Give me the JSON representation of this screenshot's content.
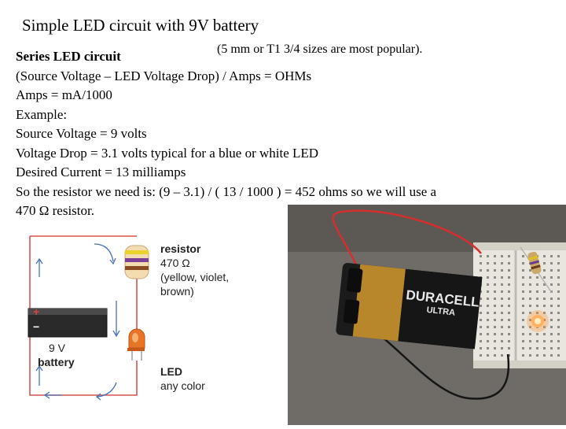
{
  "title": "Simple LED circuit with 9V battery",
  "size_note": "(5 mm or T1 3/4 sizes are most popular).",
  "section_heading": "Series LED circuit",
  "lines": [
    "(Source Voltage – LED Voltage Drop) / Amps = OHMs",
    "Amps = mA/1000",
    "Example:",
    "Source Voltage = 9 volts",
    "Voltage Drop = 3.1 volts typical for a blue or white LED",
    "Desired Current = 13 milliamps",
    "So the resistor we need is: (9 – 3.1) / ( 13 / 1000 ) = 452 ohms so we will use a",
    "470 Ω resistor."
  ],
  "diagram": {
    "resistor_title": "resistor",
    "resistor_value": "470 Ω",
    "resistor_colors_line1": "(yellow, violet,",
    "resistor_colors_line2": "brown)",
    "battery_value": "9 V",
    "battery_label": "battery",
    "led_title": "LED",
    "led_desc": "any color",
    "plus_sign": "+",
    "minus_sign": "−"
  },
  "photo": {
    "battery_brand": "DURACELL",
    "battery_line": "ULTRA"
  },
  "colors": {
    "wire_red": "#d9534f",
    "arrow_blue": "#4a6fb5",
    "led_orange": "#e8742a"
  }
}
